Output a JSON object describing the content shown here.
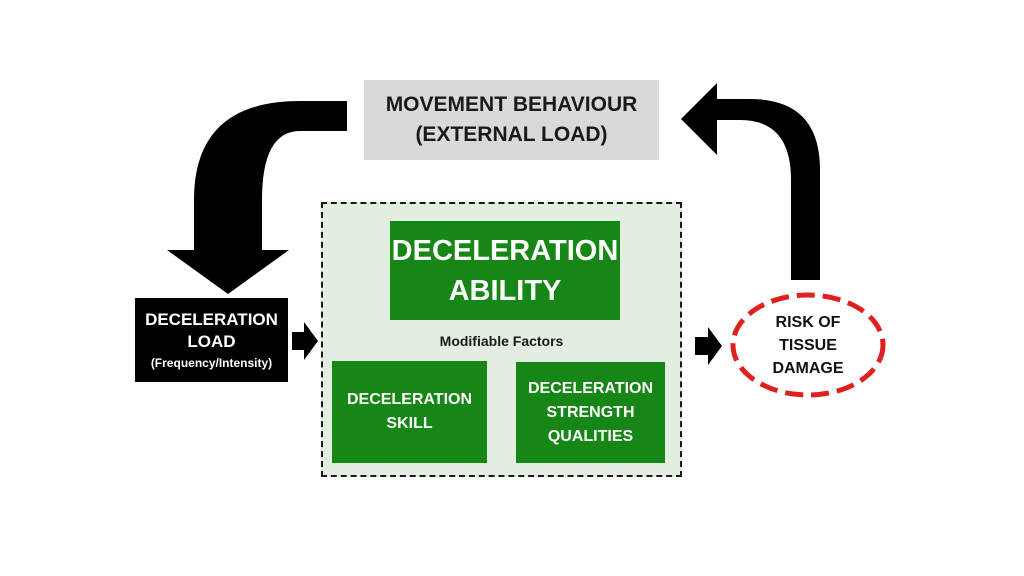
{
  "movement": {
    "line1": "MOVEMENT BEHAVIOUR",
    "line2": "(EXTERNAL LOAD)"
  },
  "load": {
    "line1": "DECELERATION",
    "line2": "LOAD",
    "sub": "(Frequency/Intensity)"
  },
  "ability": {
    "line1": "DECELERATION",
    "line2": "ABILITY"
  },
  "modifiable_label": "Modifiable Factors",
  "skill": {
    "line1": "DECELERATION",
    "line2": "SKILL"
  },
  "strength": {
    "line1": "DECELERATION",
    "line2": "STRENGTH",
    "line3": "QUALITIES"
  },
  "risk": {
    "line1": "RISK OF",
    "line2": "TISSUE",
    "line3": "DAMAGE"
  },
  "colors": {
    "green": "#168616",
    "panel": "#e2efe0",
    "gray": "#d9d9d9",
    "risk_outline": "#e02020"
  },
  "icons": [
    "curved-arrow-down-left",
    "curved-arrow-up-left",
    "arrow-right",
    "double-arrow"
  ]
}
